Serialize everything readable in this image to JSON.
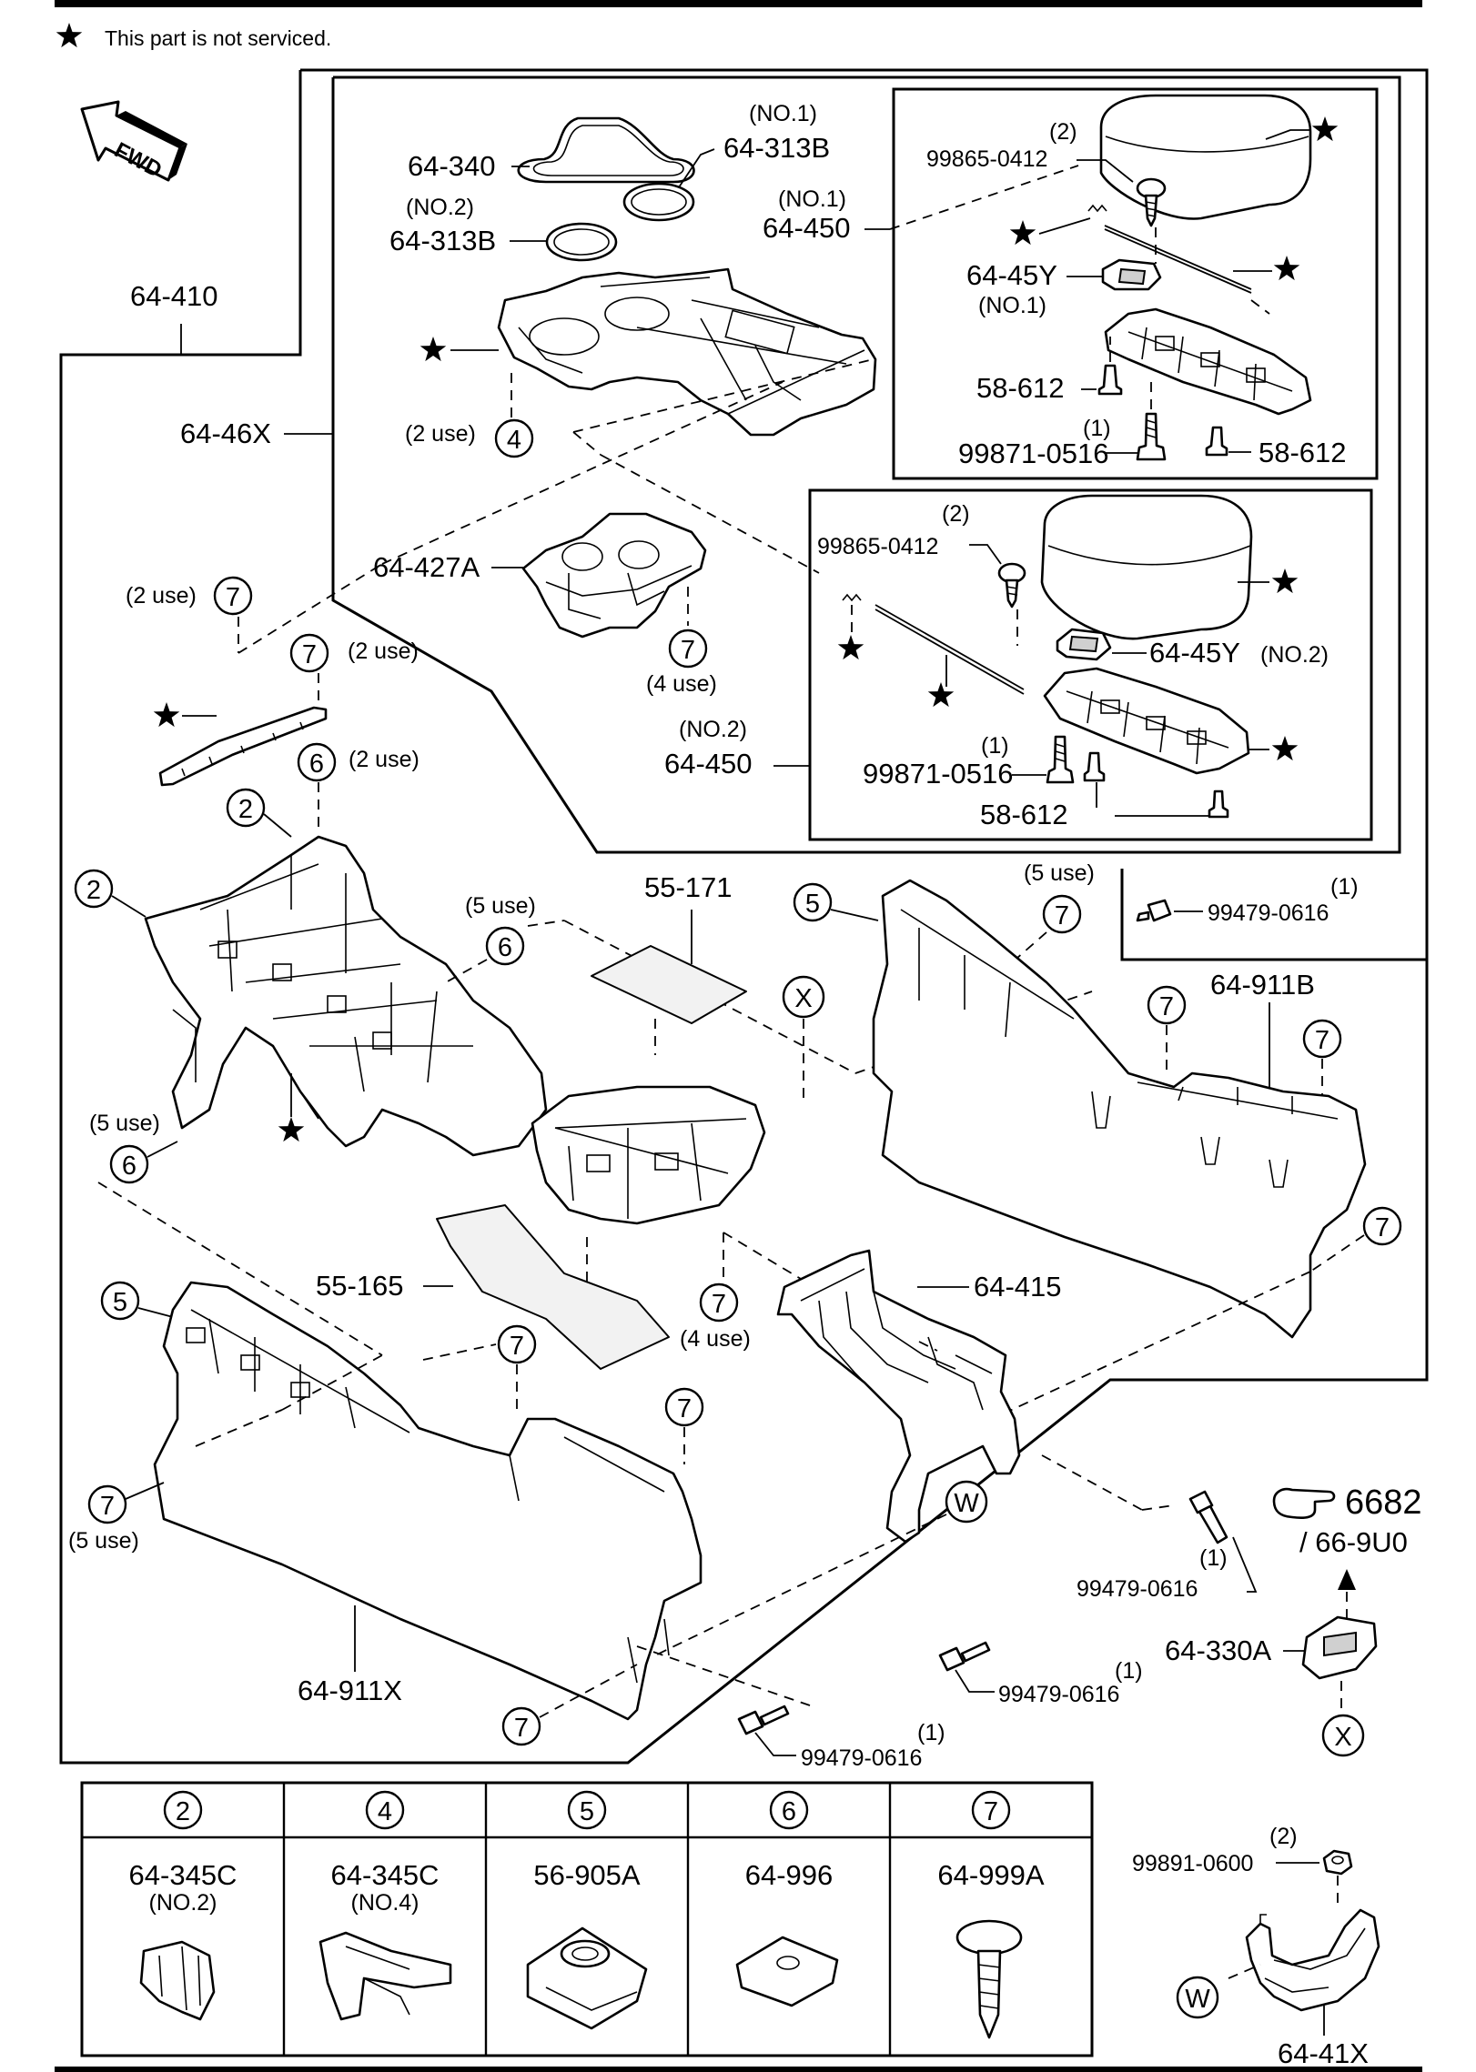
{
  "header": {
    "note": "This part is not serviced."
  },
  "fwd_arrow": {
    "label": "FWD"
  },
  "callouts": {
    "main_assembly": "64-410",
    "box_64_46x": "64-46X",
    "ring_64_340": "64-340",
    "no1_tag_313b": "(NO.1)",
    "pad_313b_no1": "64-313B",
    "no2_tag_313b": "(NO.2)",
    "pad_313b_no2": "64-313B",
    "no1_tag_450": "(NO.1)",
    "lid_450_no1": "64-450",
    "clip4_use": "(2 use)",
    "tray_427a": "64-427A",
    "lid_450_no2_tag": "(NO.2)",
    "lid_450_no2": "64-450",
    "qty2_a": "(2)",
    "screw_99865_a": "99865-0412",
    "hinge_45y_no1": "64-45Y",
    "hinge_45y_no1_tag": "(NO.1)",
    "bolt_58612_a": "58-612",
    "qty1_a": "(1)",
    "screw_99871_a": "99871-0516",
    "bolt_58612_b": "58-612",
    "qty2_b": "(2)",
    "screw_99865_b": "99865-0412",
    "hinge_45y_no2": "64-45Y",
    "hinge_45y_no2_tag": "(NO.2)",
    "qty1_b": "(1)",
    "screw_99871_b": "99871-0516",
    "bolt_58612_c": "58-612",
    "use_7_left": "(2 use)",
    "use_7_center": "(2 use)",
    "use_6_center": "(2 use)",
    "use_7_tray": "(4 use)",
    "mat_55171": "55-171",
    "use_6_mid": "(5 use)",
    "use_6_left": "(5 use)",
    "use_7_right": "(5 use)",
    "qty1_c": "(1)",
    "bolt_99479_a": "99479-0616",
    "panel_911b": "64-911B",
    "mat_55165": "55-165",
    "use_7_mid": "(4 use)",
    "bracket_415": "64-415",
    "use_7_lower_left": "(5 use)",
    "panel_911x": "64-911X",
    "ref_6682": "6682",
    "ref_669u0": "/ 66-9U0",
    "qty1_d": "(1)",
    "bolt_99479_b": "99479-0616",
    "switch_330a": "64-330A",
    "qty1_e": "(1)",
    "bolt_99479_c": "99479-0616",
    "qty1_f": "(1)",
    "bolt_99479_d": "99479-0616",
    "qty2_nut": "(2)",
    "nut_99891": "99891-0600",
    "cover_41x": "64-41X"
  },
  "circle_labels": {
    "c4": "4",
    "c7a": "7",
    "c7b": "7",
    "c6a": "6",
    "c7c": "7",
    "c2a": "2",
    "c2b": "2",
    "c6b": "6",
    "c6c": "6",
    "cX1": "X",
    "c5a": "5",
    "c7d": "7",
    "c7e": "7",
    "c7f": "7",
    "c7g": "7",
    "c5b": "5",
    "c7h": "7",
    "c7i": "7",
    "c7j": "7",
    "c7k": "7",
    "c7l": "7",
    "cW1": "W",
    "cX2": "X",
    "cW2": "W"
  },
  "fastener_table": {
    "columns": [
      {
        "ref": "2",
        "part": "64-345C",
        "sub": "(NO.2)"
      },
      {
        "ref": "4",
        "part": "64-345C",
        "sub": "(NO.4)"
      },
      {
        "ref": "5",
        "part": "56-905A",
        "sub": ""
      },
      {
        "ref": "6",
        "part": "64-996",
        "sub": ""
      },
      {
        "ref": "7",
        "part": "64-999A",
        "sub": ""
      }
    ]
  }
}
